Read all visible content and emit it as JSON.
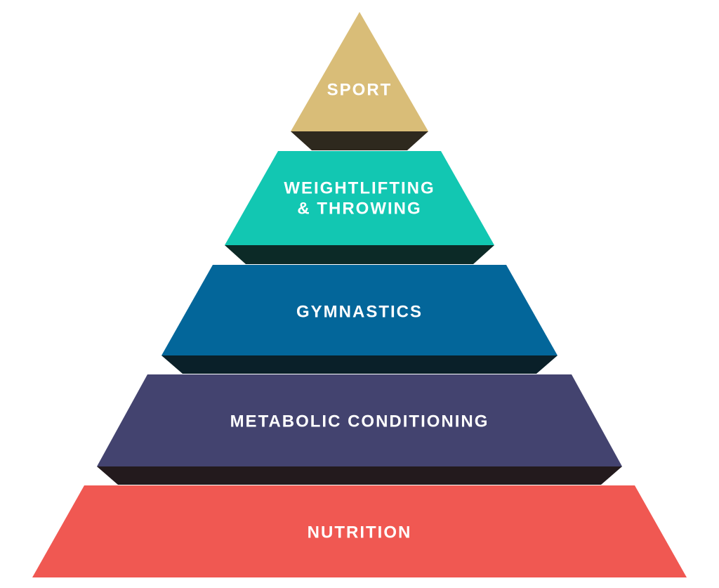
{
  "pyramid": {
    "tiers": [
      {
        "id": "sport",
        "lines": [
          "SPORT"
        ],
        "face_color": "#d9bd78",
        "shadow_color": "#2e291e"
      },
      {
        "id": "weightlifting",
        "lines": [
          "WEIGHTLIFTING",
          "& THROWING"
        ],
        "face_color": "#12c7b2",
        "shadow_color": "#0c2a27"
      },
      {
        "id": "gymnastics",
        "lines": [
          "GYMNASTICS"
        ],
        "face_color": "#03669a",
        "shadow_color": "#0a2029"
      },
      {
        "id": "metabolic",
        "lines": [
          "METABOLIC CONDITIONING"
        ],
        "face_color": "#43436f",
        "shadow_color": "#231a1d"
      },
      {
        "id": "nutrition",
        "lines": [
          "NUTRITION"
        ],
        "face_color": "#f05852",
        "shadow_color": null
      }
    ]
  }
}
